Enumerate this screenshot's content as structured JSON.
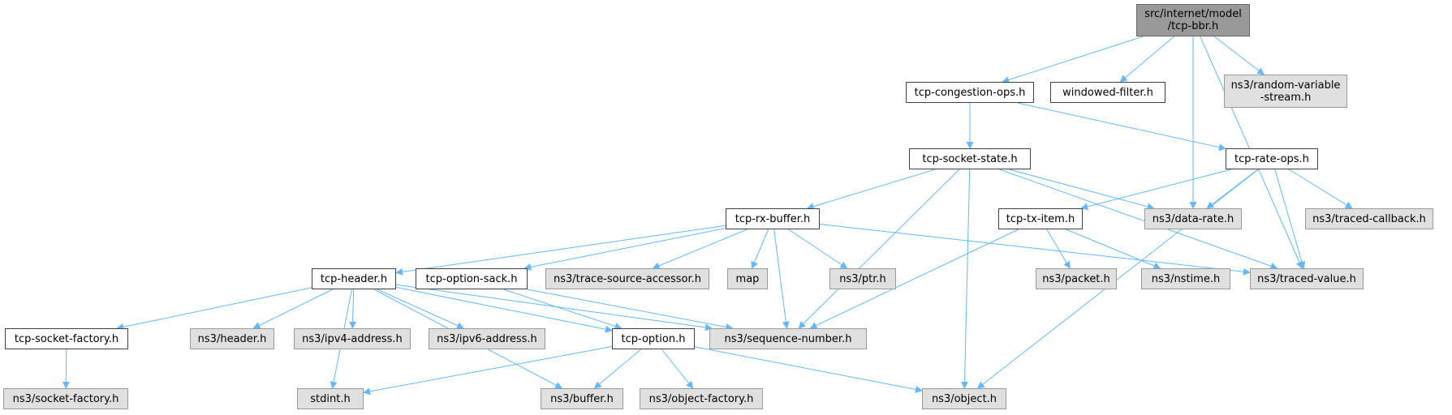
{
  "graph": {
    "colors": {
      "edge": "#63b8ff",
      "root_fill": "#999999",
      "local_fill": "#ffffff",
      "system_fill": "#e0e0e0"
    },
    "nodes": [
      {
        "id": "root",
        "lines": [
          "src/internet/model",
          "/tcp-bbr.h"
        ],
        "kind": "root"
      },
      {
        "id": "tcp-congestion-ops",
        "lines": [
          "tcp-congestion-ops.h"
        ],
        "kind": "local"
      },
      {
        "id": "windowed-filter",
        "lines": [
          "windowed-filter.h"
        ],
        "kind": "local"
      },
      {
        "id": "random-variable-stream",
        "lines": [
          "ns3/random-variable",
          "-stream.h"
        ],
        "kind": "system"
      },
      {
        "id": "tcp-socket-state",
        "lines": [
          "tcp-socket-state.h"
        ],
        "kind": "local"
      },
      {
        "id": "tcp-rate-ops",
        "lines": [
          "tcp-rate-ops.h"
        ],
        "kind": "local"
      },
      {
        "id": "tcp-rx-buffer",
        "lines": [
          "tcp-rx-buffer.h"
        ],
        "kind": "local"
      },
      {
        "id": "tcp-tx-item",
        "lines": [
          "tcp-tx-item.h"
        ],
        "kind": "local"
      },
      {
        "id": "data-rate",
        "lines": [
          "ns3/data-rate.h"
        ],
        "kind": "system"
      },
      {
        "id": "traced-callback",
        "lines": [
          "ns3/traced-callback.h"
        ],
        "kind": "system"
      },
      {
        "id": "tcp-header",
        "lines": [
          "tcp-header.h"
        ],
        "kind": "local"
      },
      {
        "id": "tcp-option-sack",
        "lines": [
          "tcp-option-sack.h"
        ],
        "kind": "local"
      },
      {
        "id": "trace-source-accessor",
        "lines": [
          "ns3/trace-source-accessor.h"
        ],
        "kind": "system"
      },
      {
        "id": "map",
        "lines": [
          "map"
        ],
        "kind": "system"
      },
      {
        "id": "ptr",
        "lines": [
          "ns3/ptr.h"
        ],
        "kind": "system"
      },
      {
        "id": "packet",
        "lines": [
          "ns3/packet.h"
        ],
        "kind": "system"
      },
      {
        "id": "nstime",
        "lines": [
          "ns3/nstime.h"
        ],
        "kind": "system"
      },
      {
        "id": "traced-value",
        "lines": [
          "ns3/traced-value.h"
        ],
        "kind": "system"
      },
      {
        "id": "tcp-socket-factory",
        "lines": [
          "tcp-socket-factory.h"
        ],
        "kind": "local"
      },
      {
        "id": "header",
        "lines": [
          "ns3/header.h"
        ],
        "kind": "system"
      },
      {
        "id": "ipv4-address",
        "lines": [
          "ns3/ipv4-address.h"
        ],
        "kind": "system"
      },
      {
        "id": "ipv6-address",
        "lines": [
          "ns3/ipv6-address.h"
        ],
        "kind": "system"
      },
      {
        "id": "tcp-option",
        "lines": [
          "tcp-option.h"
        ],
        "kind": "local"
      },
      {
        "id": "sequence-number",
        "lines": [
          "ns3/sequence-number.h"
        ],
        "kind": "system"
      },
      {
        "id": "socket-factory",
        "lines": [
          "ns3/socket-factory.h"
        ],
        "kind": "system"
      },
      {
        "id": "stdint",
        "lines": [
          "stdint.h"
        ],
        "kind": "system"
      },
      {
        "id": "buffer",
        "lines": [
          "ns3/buffer.h"
        ],
        "kind": "system"
      },
      {
        "id": "object-factory",
        "lines": [
          "ns3/object-factory.h"
        ],
        "kind": "system"
      },
      {
        "id": "object",
        "lines": [
          "ns3/object.h"
        ],
        "kind": "system"
      }
    ],
    "edges": [
      [
        "root",
        "tcp-congestion-ops"
      ],
      [
        "root",
        "windowed-filter"
      ],
      [
        "root",
        "random-variable-stream"
      ],
      [
        "root",
        "data-rate"
      ],
      [
        "root",
        "traced-value"
      ],
      [
        "tcp-congestion-ops",
        "tcp-socket-state"
      ],
      [
        "tcp-congestion-ops",
        "tcp-rate-ops"
      ],
      [
        "tcp-socket-state",
        "tcp-rx-buffer"
      ],
      [
        "tcp-socket-state",
        "data-rate"
      ],
      [
        "tcp-socket-state",
        "traced-value"
      ],
      [
        "tcp-socket-state",
        "sequence-number"
      ],
      [
        "tcp-socket-state",
        "object"
      ],
      [
        "tcp-rate-ops",
        "tcp-tx-item"
      ],
      [
        "tcp-rate-ops",
        "data-rate"
      ],
      [
        "tcp-rate-ops",
        "traced-callback"
      ],
      [
        "tcp-rate-ops",
        "traced-value"
      ],
      [
        "tcp-rate-ops",
        "object"
      ],
      [
        "tcp-rx-buffer",
        "tcp-header"
      ],
      [
        "tcp-rx-buffer",
        "tcp-option-sack"
      ],
      [
        "tcp-rx-buffer",
        "trace-source-accessor"
      ],
      [
        "tcp-rx-buffer",
        "map"
      ],
      [
        "tcp-rx-buffer",
        "ptr"
      ],
      [
        "tcp-rx-buffer",
        "sequence-number"
      ],
      [
        "tcp-rx-buffer",
        "traced-value"
      ],
      [
        "tcp-tx-item",
        "packet"
      ],
      [
        "tcp-tx-item",
        "nstime"
      ],
      [
        "tcp-tx-item",
        "sequence-number"
      ],
      [
        "tcp-header",
        "tcp-socket-factory"
      ],
      [
        "tcp-header",
        "header"
      ],
      [
        "tcp-header",
        "ipv4-address"
      ],
      [
        "tcp-header",
        "ipv6-address"
      ],
      [
        "tcp-header",
        "tcp-option"
      ],
      [
        "tcp-header",
        "sequence-number"
      ],
      [
        "tcp-header",
        "stdint"
      ],
      [
        "tcp-header",
        "buffer"
      ],
      [
        "tcp-option-sack",
        "tcp-option"
      ],
      [
        "tcp-option-sack",
        "sequence-number"
      ],
      [
        "tcp-socket-factory",
        "socket-factory"
      ],
      [
        "tcp-option",
        "stdint"
      ],
      [
        "tcp-option",
        "buffer"
      ],
      [
        "tcp-option",
        "object-factory"
      ],
      [
        "tcp-option",
        "object"
      ]
    ]
  }
}
